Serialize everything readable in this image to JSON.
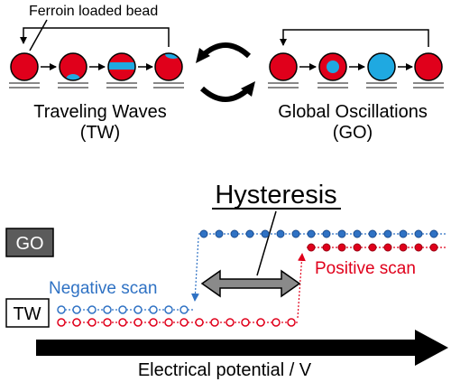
{
  "top": {
    "bead_label": "Ferroin loaded bead",
    "tw_title": "Traveling Waves",
    "tw_abbrev": "(TW)",
    "go_title": "Global Oscillations",
    "go_abbrev": "(GO)"
  },
  "plot": {
    "title": "Hysteresis",
    "go_box": "GO",
    "tw_box": "TW",
    "negative_scan": "Negative scan",
    "positive_scan": "Positive scan",
    "axis_label": "Electrical potential / V"
  },
  "colors": {
    "bead_red": "#e0001b",
    "wave_blue": "#1fa9e1",
    "neg_blue": "#2f72c4",
    "pos_red": "#e0001b",
    "go_box_fill": "#5b5b5b",
    "double_arrow": "#8a8a8a"
  }
}
